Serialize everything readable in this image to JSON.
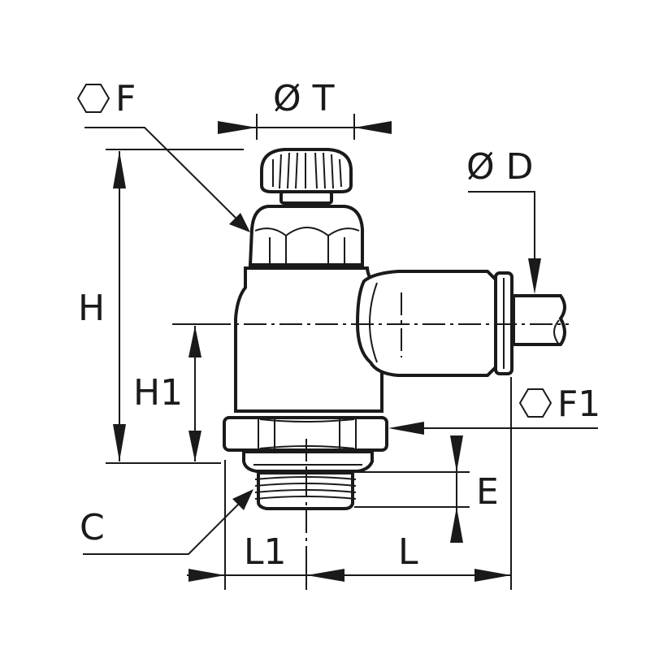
{
  "labels": {
    "hex_f": "F",
    "dia_t": "Ø T",
    "dia_d": "Ø D",
    "h": "H",
    "h1": "H1",
    "hex_f1": "F1",
    "e": "E",
    "c": "C",
    "l1": "L1",
    "l": "L"
  },
  "colors": {
    "line": "#1a1a1a",
    "background": "#ffffff"
  },
  "icons": {
    "hex_f": "hexagon-icon",
    "hex_f1": "hexagon-icon"
  }
}
